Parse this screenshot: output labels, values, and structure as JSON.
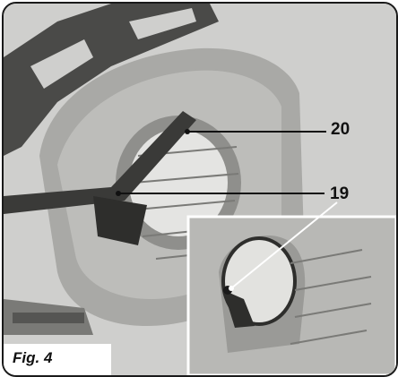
{
  "figure": {
    "caption": "Fig. 4"
  },
  "callouts": [
    {
      "number": "20",
      "target": "blade-guard-lever"
    },
    {
      "number": "19",
      "target": "lower-guard-screw"
    }
  ],
  "colors": {
    "frame": "#1a1a1a",
    "text": "#111111",
    "photo_background": "#c9c9c7"
  }
}
